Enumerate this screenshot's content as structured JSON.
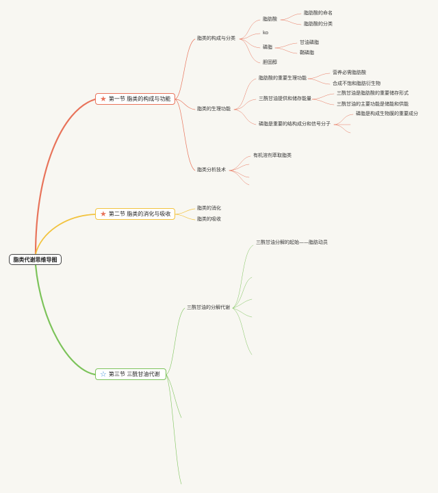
{
  "root": {
    "label": "脂类代谢思维导图"
  },
  "colors": {
    "sec1": "#e8735a",
    "sec2": "#f2c33e",
    "sec3": "#7cc35a",
    "bg": "#f8f7f2"
  },
  "sections": [
    {
      "label": "第一节 脂类的构成与功能",
      "icon": "filled-star-icon",
      "topics": [
        {
          "label": "脂类的构成与分类",
          "items": [
            {
              "label": "脂肪酸",
              "children": [
                "脂肪酸的命名",
                "脂肪酸的分类"
              ]
            },
            {
              "label": "ko",
              "children": []
            },
            {
              "label": "磷脂",
              "children": [
                "甘油磷脂",
                "鞘磷脂"
              ]
            },
            {
              "label": "胆固醇",
              "children": []
            }
          ]
        },
        {
          "label": "脂类的生理功能",
          "items": [
            {
              "label": "脂肪酸的重要生理功能",
              "children": [
                "营养必需脂肪酸",
                "合成不饱和脂肪衍生物"
              ]
            },
            {
              "label": "三酰甘油提供和储存能量",
              "children": [
                "三酰甘油是脂肪酸的重要储存形式",
                "三酰甘油的主要功能是储能和供能"
              ]
            },
            {
              "label": "磷脂是重要的结构成分和信号分子",
              "children": [
                "磷脂是构成生物膜的重要成分"
              ]
            }
          ]
        },
        {
          "label": "脂类分析技术",
          "items": [
            {
              "label": "有机溶剂萃取脂类",
              "children": []
            }
          ]
        }
      ]
    },
    {
      "label": "第二节 脂类的消化与吸收",
      "icon": "filled-star-icon",
      "topics": [
        {
          "label": "脂类的消化"
        },
        {
          "label": "脂类的吸收"
        }
      ]
    },
    {
      "label": "第三节 三酰甘油代谢",
      "icon": "outline-star-icon",
      "topics": [
        {
          "label": "三酰甘油的分解代谢",
          "items": [
            {
              "label": "三酰甘油分解的起始——脂肪动员"
            }
          ]
        }
      ]
    }
  ]
}
